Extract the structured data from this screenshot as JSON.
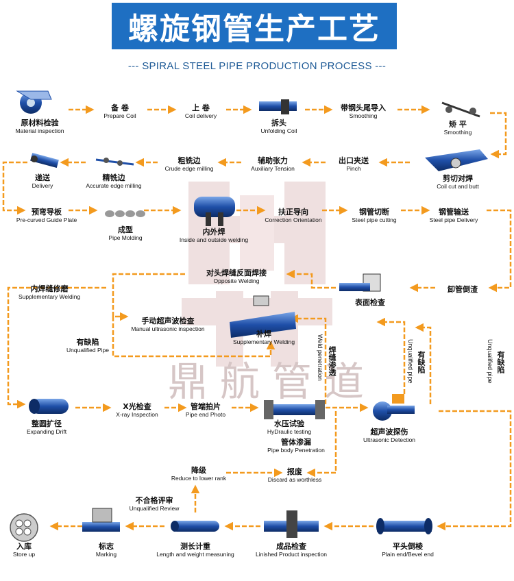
{
  "title": "螺旋钢管生产工艺",
  "subtitle": "--- SPIRAL STEEL PIPE PRODUCTION PROCESS ---",
  "watermark": "鼎航管道",
  "colors": {
    "banner": "#1e6fc2",
    "arrow": "#f39a1e",
    "pipe": "#1f4fa8",
    "text": "#111111"
  },
  "steps": [
    {
      "id": "s1",
      "cn": "原材料检验",
      "en": "Material inspection"
    },
    {
      "id": "s2",
      "cn": "备 卷",
      "en": "Prepare    Coil"
    },
    {
      "id": "s3",
      "cn": "上 卷",
      "en": "Coil   delivery"
    },
    {
      "id": "s4",
      "cn": "拆头",
      "en": "Unfolding Coil"
    },
    {
      "id": "s5",
      "cn": "带钢头尾导入",
      "en": "Smoothing"
    },
    {
      "id": "s6",
      "cn": "矫 平",
      "en": "Smoothing"
    },
    {
      "id": "s7",
      "cn": "剪切对焊",
      "en": "Coil cut and butt"
    },
    {
      "id": "s8",
      "cn": "出口夹送",
      "en": "Pinch"
    },
    {
      "id": "s9",
      "cn": "辅助张力",
      "en": "Auxiliary Tension"
    },
    {
      "id": "s10",
      "cn": "粗铣边",
      "en": "Crude edge milling"
    },
    {
      "id": "s11",
      "cn": "精铣边",
      "en": "Accurate edge milling"
    },
    {
      "id": "s12",
      "cn": "递送",
      "en": "Delivery"
    },
    {
      "id": "s13",
      "cn": "预弯导板",
      "en": "Pre-curved Guide Plate"
    },
    {
      "id": "s14",
      "cn": "成型",
      "en": "Pipe Molding"
    },
    {
      "id": "s15",
      "cn": "内外焊",
      "en": "Inside and outside welding"
    },
    {
      "id": "s16",
      "cn": "扶正导向",
      "en": "Correction Orientation"
    },
    {
      "id": "s17",
      "cn": "钢管切断",
      "en": "Steel pipe cutting"
    },
    {
      "id": "s18",
      "cn": "钢管输送",
      "en": "Steel pipe Delivery"
    },
    {
      "id": "s19",
      "cn": "卸管倒渣",
      "en": ""
    },
    {
      "id": "s20",
      "cn": "表面检查",
      "en": ""
    },
    {
      "id": "s21",
      "cn": "对头焊缝反面焊接",
      "en": "Opposite Welding"
    },
    {
      "id": "s22",
      "cn": "内焊缝修磨",
      "en": "Supplementary Welding"
    },
    {
      "id": "s23",
      "cn": "手动超声波检查",
      "en": "Manual ultrasonic inspection"
    },
    {
      "id": "s24",
      "cn": "补焊",
      "en": "Supplementary Welding"
    },
    {
      "id": "s25",
      "cn": "有缺陷",
      "en": "Unqualified Pipe"
    },
    {
      "id": "s26",
      "cn": "整圆扩径",
      "en": "Expanding Drift"
    },
    {
      "id": "s27",
      "cn": "X光检查",
      "en": "X-ray Inspection"
    },
    {
      "id": "s28",
      "cn": "管端拍片",
      "en": "Pipe end Photo"
    },
    {
      "id": "s29",
      "cn": "水压试验",
      "en": "HyDraulic testing"
    },
    {
      "id": "s30",
      "cn": "管体渗漏",
      "en": "Pipe body Penetration"
    },
    {
      "id": "s31",
      "cn": "超声波探伤",
      "en": "Ultrasonic Detection"
    },
    {
      "id": "s32",
      "cn": "降级",
      "en": "Reduce to lower rank"
    },
    {
      "id": "s33",
      "cn": "报废",
      "en": "Discard as worthless"
    },
    {
      "id": "s34",
      "cn": "不合格评审",
      "en": "Unqualified Review"
    },
    {
      "id": "s35",
      "cn": "入库",
      "en": "Store up"
    },
    {
      "id": "s36",
      "cn": "标志",
      "en": "Marking"
    },
    {
      "id": "s37",
      "cn": "测长计重",
      "en": "Length and weight measuning"
    },
    {
      "id": "s38",
      "cn": "成品检查",
      "en": "Linished Product inspection"
    },
    {
      "id": "s39",
      "cn": "平头倒棱",
      "en": "Plain end/Bevel end"
    }
  ],
  "side_labels": {
    "weld_pen_cn": "焊缝渗透",
    "weld_pen_en": "Weld penetration",
    "unq1_cn": "有缺陷",
    "unq1_en": "Unqualified pipe",
    "unq2_cn": "有缺陷",
    "unq2_en": "Unqualified pipe"
  }
}
